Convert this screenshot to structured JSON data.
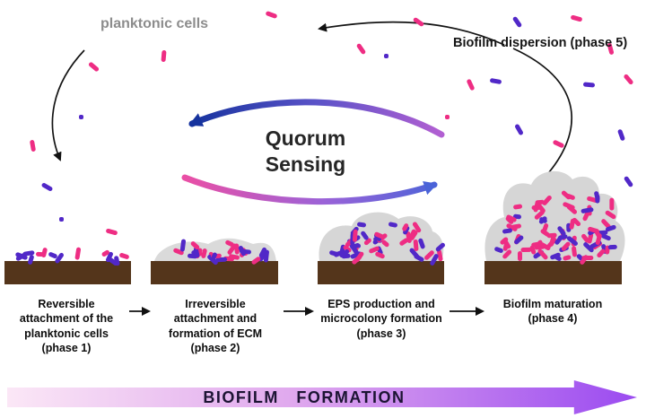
{
  "labels": {
    "planktonic": "planktonic cells",
    "dispersion": "Biofilm dispersion (phase 5)",
    "quorum_line1": "Quorum",
    "quorum_line2": "Sensing",
    "formation_banner": "BIOFILM   FORMATION"
  },
  "stages": [
    {
      "label": "Reversible attachment of the planktonic cells (phase 1)"
    },
    {
      "label": "Irreversible attachment and formation of ECM (phase 2)"
    },
    {
      "label": "EPS production and microcolony formation (phase 3)"
    },
    {
      "label": "Biofilm maturation (phase 4)"
    }
  ],
  "colors": {
    "pink_cell": "#EE2D83",
    "purple_cell": "#5128C8",
    "surface_brown": "#54351B",
    "eps_gray": "#D9D9D9",
    "qs_left_start": "#B25FD2",
    "qs_left_end": "#16339E",
    "qs_right_start": "#EA4FA5",
    "qs_right_end": "#4A63D8",
    "banner_gradient_start": "#FBE7F6",
    "banner_gradient_mid": "#E0A9EE",
    "banner_gradient_end": "#9B4BF0"
  }
}
